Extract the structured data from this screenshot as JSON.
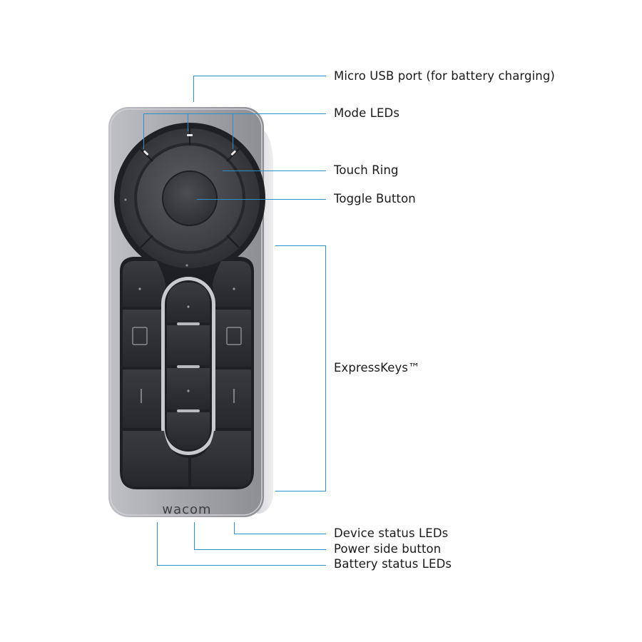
{
  "labels": {
    "micro_usb": "Micro USB port (for battery charging)",
    "mode_leds": "Mode LEDs",
    "touch_ring": "Touch Ring",
    "toggle_button": "Toggle Button",
    "expresskeys": "ExpressKeys™",
    "device_status_leds": "Device status LEDs",
    "power_side_button": "Power side button",
    "battery_status_leds": "Battery status LEDs"
  },
  "device": {
    "brand": "wacom"
  },
  "colors": {
    "leader_line": "#2a8fd0",
    "body": "#a9aab0",
    "keys": "#2c2d31",
    "text": "#1a1a1a"
  }
}
